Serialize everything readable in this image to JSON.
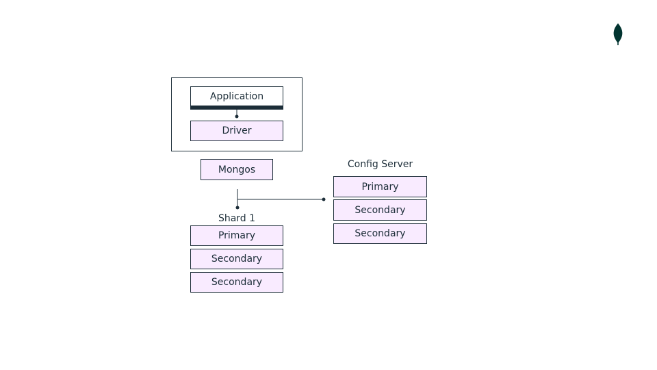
{
  "diagram": {
    "client": {
      "application_label": "Application",
      "driver_label": "Driver"
    },
    "router": {
      "label": "Mongos"
    },
    "config_server": {
      "title": "Config Server",
      "members": [
        "Primary",
        "Secondary",
        "Secondary"
      ]
    },
    "shard": {
      "title": "Shard 1",
      "members": [
        "Primary",
        "Secondary",
        "Secondary"
      ]
    }
  },
  "colors": {
    "box_fill": "#f9ebff",
    "stroke": "#1c2d38",
    "logo_green": "#023430"
  },
  "icons": {
    "brand": "leaf-logo-icon"
  }
}
